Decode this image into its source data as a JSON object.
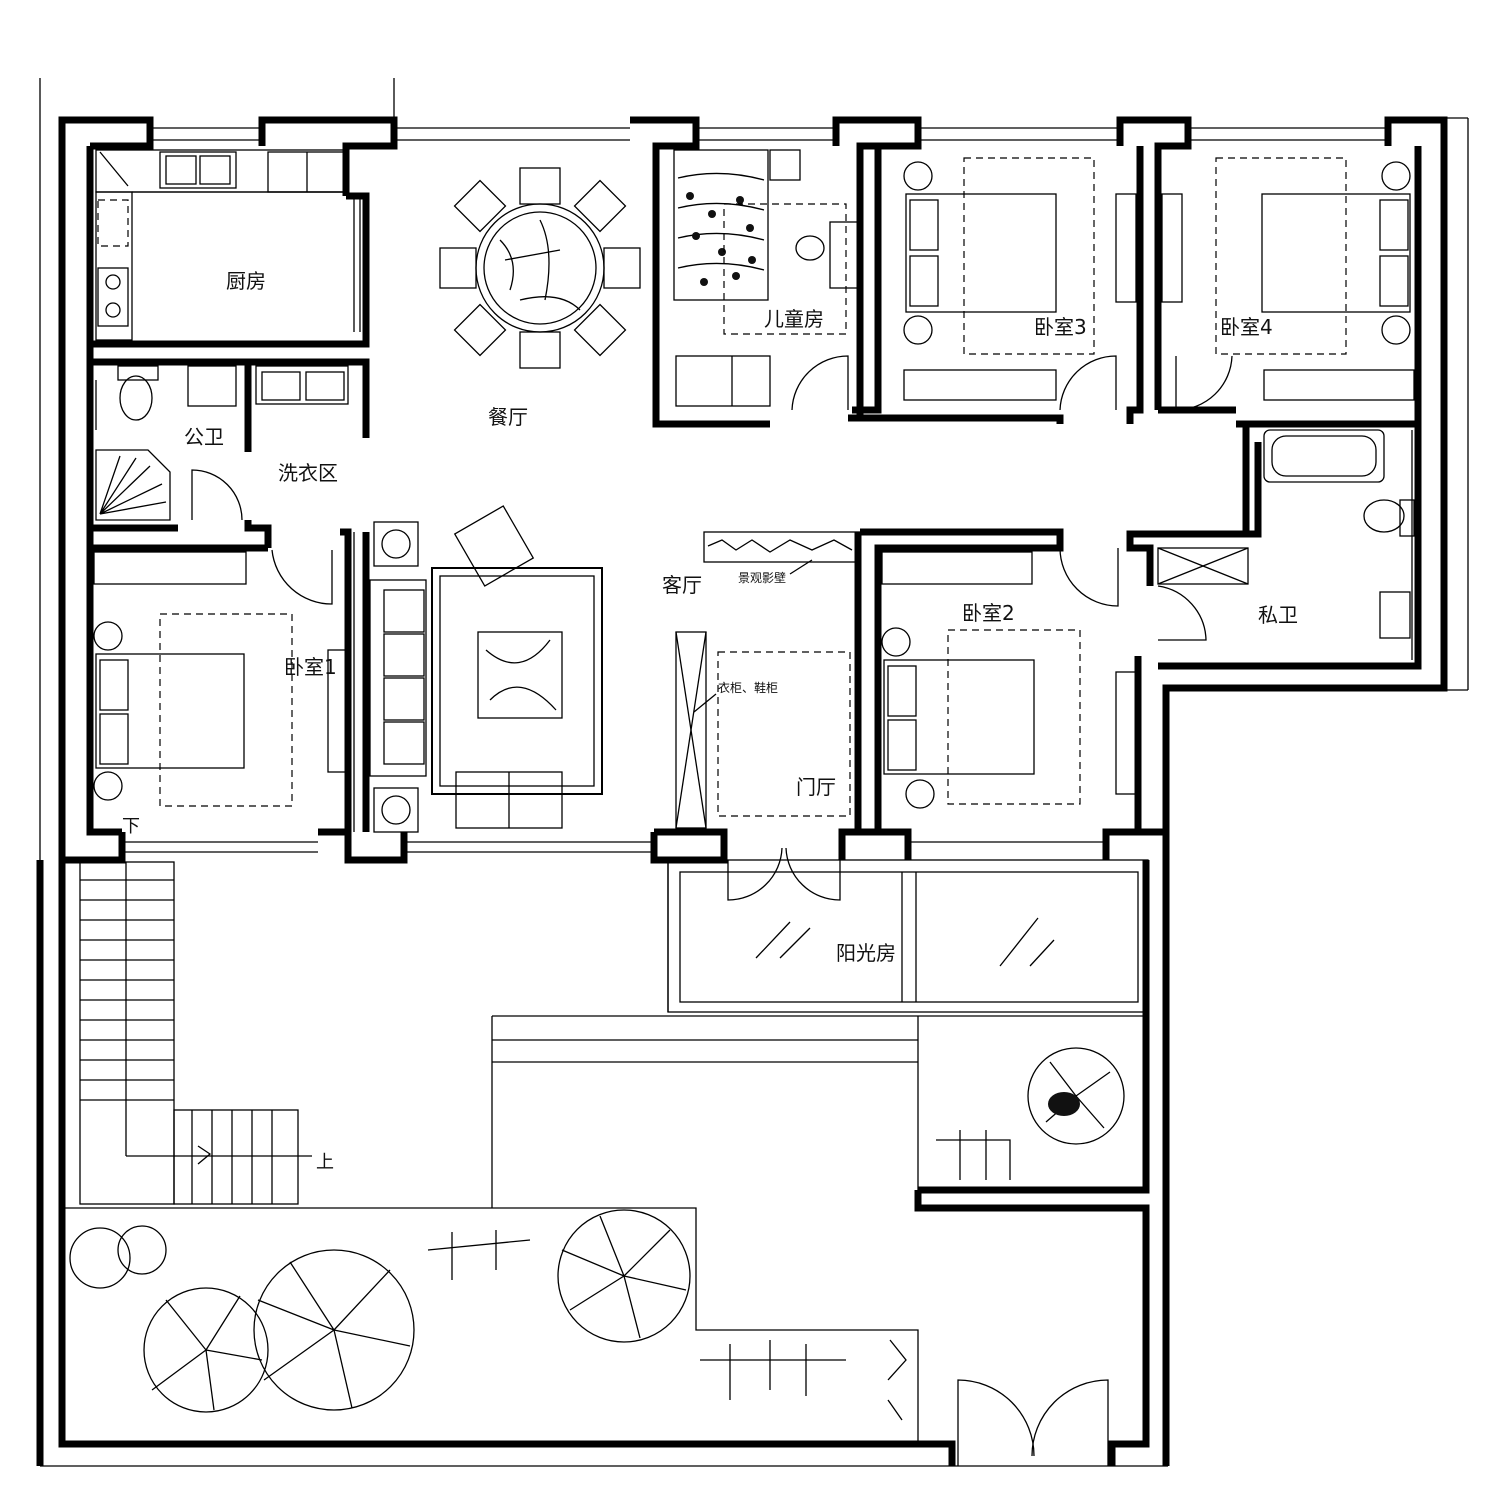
{
  "rooms": {
    "kitchen": "厨房",
    "dining": "餐厅",
    "kids_room": "儿童房",
    "bedroom3": "卧室3",
    "bedroom4": "卧室4",
    "public_bath": "公卫",
    "laundry": "洗衣区",
    "living": "客厅",
    "bedroom1": "卧室1",
    "bedroom2": "卧室2",
    "private_bath": "私卫",
    "foyer": "门厅",
    "sunroom": "阳光房"
  },
  "annotations": {
    "feature_wall": "景观影壁",
    "wardrobe_shoe_cabinet": "衣柜、鞋柜",
    "stair_down": "下",
    "stair_up": "上"
  }
}
